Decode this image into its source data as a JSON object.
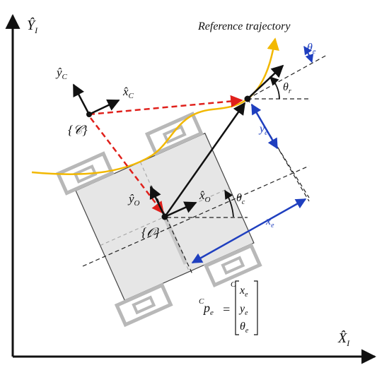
{
  "axes": {
    "y_label": "Ŷ",
    "y_sub": "I",
    "x_label": "X̂",
    "x_sub": "I"
  },
  "trajectory": {
    "label": "Reference trajectory"
  },
  "frames": {
    "C": {
      "label": "{𝒞}",
      "x_axis": "x̂",
      "x_sub": "C",
      "y_axis": "ŷ",
      "y_sub": "C"
    },
    "O": {
      "label": "{𝒪}",
      "x_axis": "x̂",
      "x_sub": "O",
      "y_axis": "ŷ",
      "y_sub": "O"
    }
  },
  "angles": {
    "theta_e": "θ",
    "theta_e_sub": "e",
    "theta_r": "θ",
    "theta_r_sub": "r",
    "theta_c": "θ",
    "theta_c_sub": "c"
  },
  "errors": {
    "y_e": "y",
    "y_e_sub": "e",
    "x_e": "x",
    "x_e_sub": "e"
  },
  "equation": {
    "lhs_sup": "C",
    "lhs_p": "p",
    "lhs_sub": "e",
    "equals": "=",
    "vec_sup": "C",
    "vec_1": "x",
    "vec_1_sub": "e",
    "vec_2": "y",
    "vec_2_sub": "e",
    "vec_3": "θ",
    "vec_3_sub": "e"
  },
  "colors": {
    "trajectory": "#f2b800",
    "error_dashed": "#e0201b",
    "dimension": "#1f3fbf",
    "robot": "#b8b8b8",
    "body_fill": "#e6e6e6"
  }
}
